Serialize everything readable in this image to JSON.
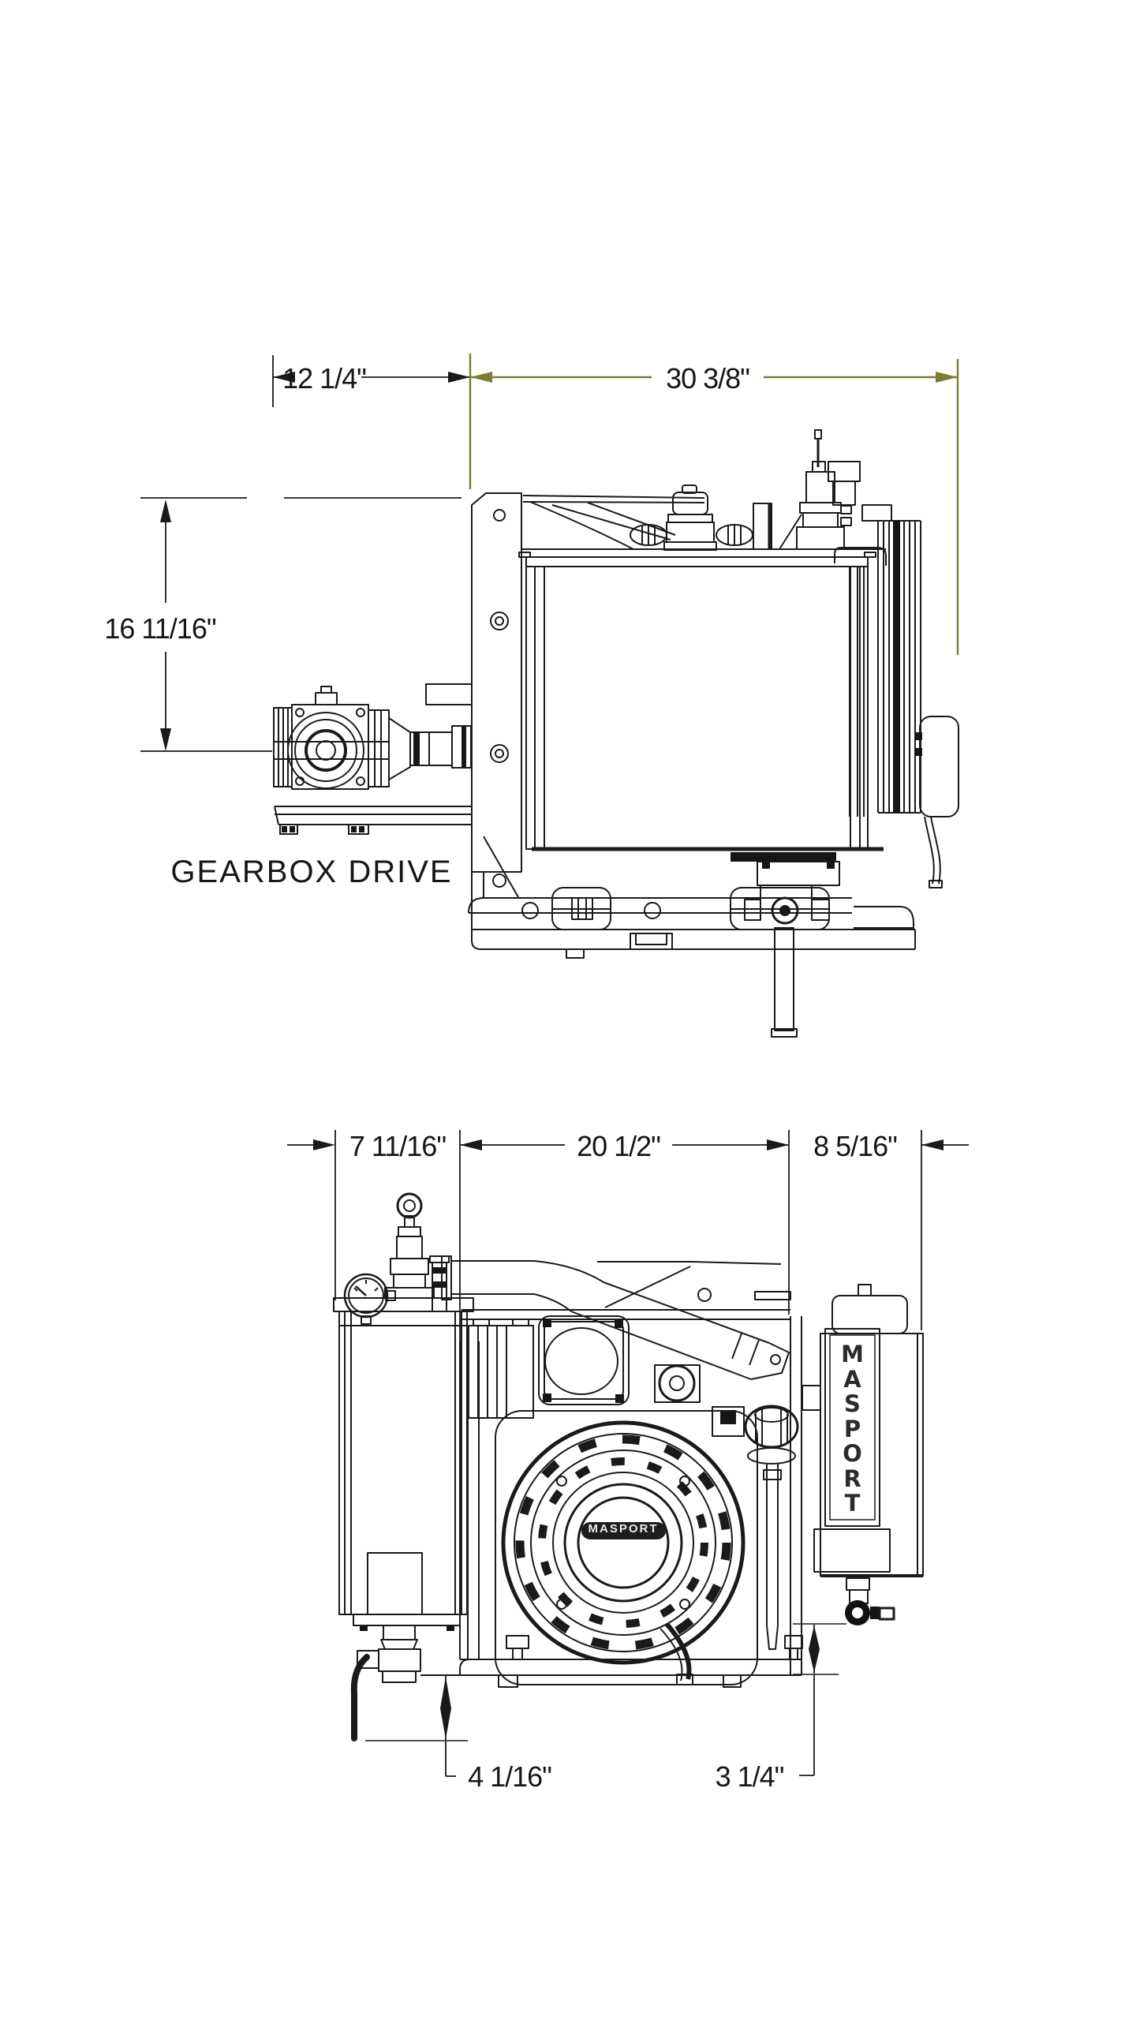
{
  "drawing": {
    "background": "#ffffff",
    "line_color": "#1a1a1a",
    "alt_dimension_color": "#7d7d35",
    "side_view": {
      "caption": "GEARBOX DRIVE",
      "dim_gearbox_offset": "12 1/4\"",
      "dim_body_length": "30 3/8\"",
      "dim_height_to_shaft": "16 11/16\""
    },
    "front_view": {
      "dim_left_section": "7 11/16\"",
      "dim_center_section": "20 1/2\"",
      "dim_right_section": "8 5/16\"",
      "dim_ground_clearance_left": "4 1/16\"",
      "dim_ground_clearance_right": "3 1/4\"",
      "tank_brand": "MASPORT",
      "engine_hub_brand": "MASPORT"
    }
  }
}
